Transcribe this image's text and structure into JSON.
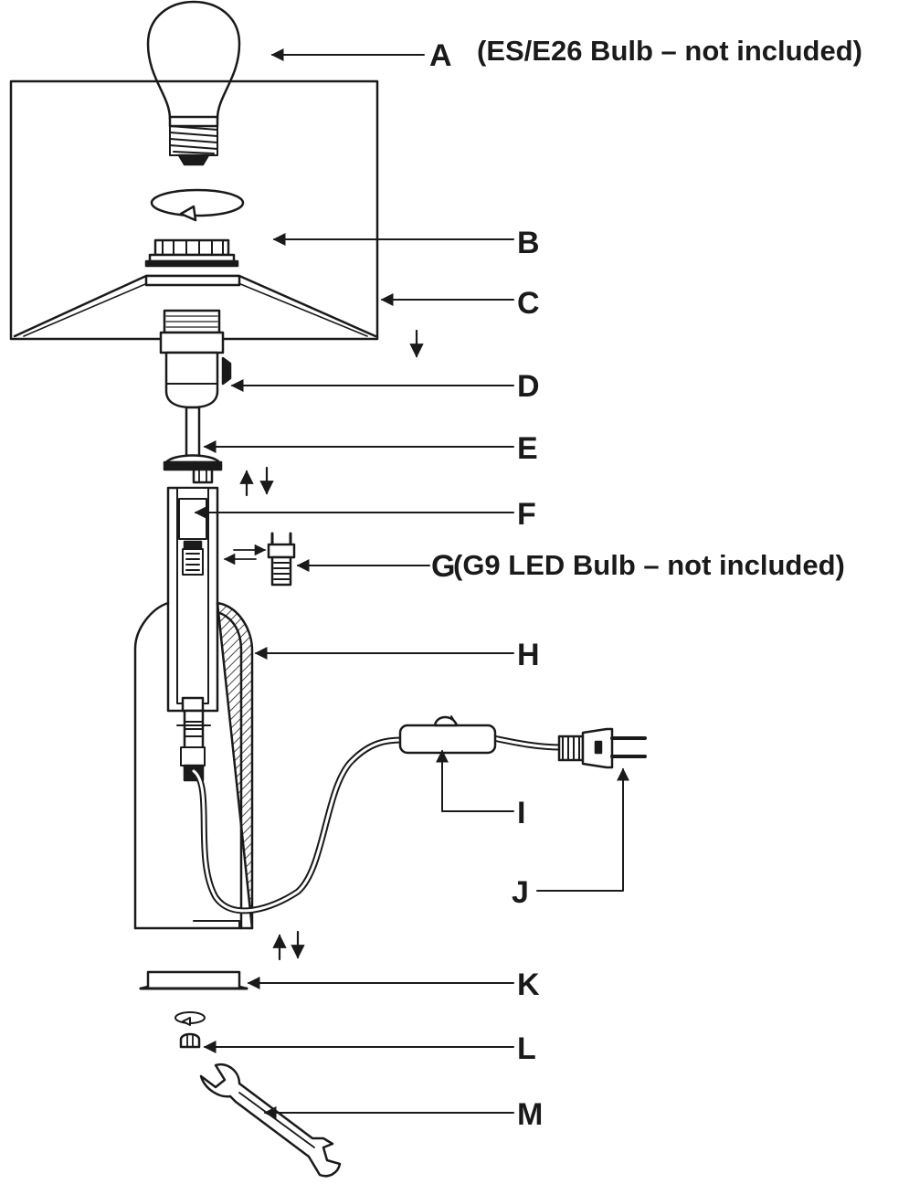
{
  "diagram": {
    "parts": [
      {
        "letter": "A",
        "note": "(ES/E26 Bulb – not included)"
      },
      {
        "letter": "B",
        "note": ""
      },
      {
        "letter": "C",
        "note": ""
      },
      {
        "letter": "D",
        "note": ""
      },
      {
        "letter": "E",
        "note": ""
      },
      {
        "letter": "F",
        "note": ""
      },
      {
        "letter": "G",
        "note": "(G9 LED Bulb – not included)"
      },
      {
        "letter": "H",
        "note": ""
      },
      {
        "letter": "I",
        "note": ""
      },
      {
        "letter": "J",
        "note": ""
      },
      {
        "letter": "K",
        "note": ""
      },
      {
        "letter": "L",
        "note": ""
      },
      {
        "letter": "M",
        "note": ""
      }
    ],
    "colors": {
      "line": "#1a1a1a",
      "fill": "#ffffff",
      "shade": "#b8b8b8"
    }
  }
}
